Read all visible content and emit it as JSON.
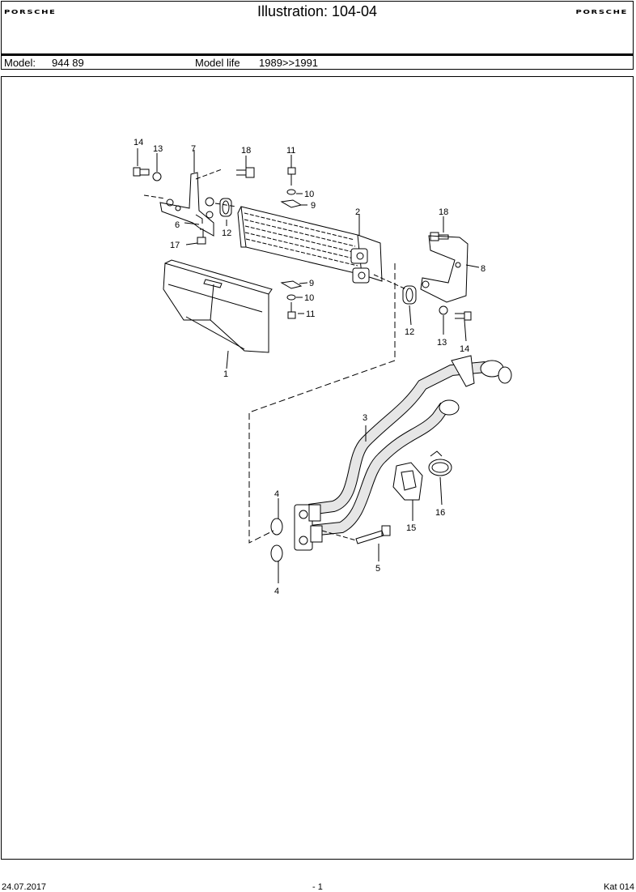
{
  "header": {
    "logo_left": "PORSCHE",
    "logo_right": "PORSCHE",
    "title": "Illustration: 104-04"
  },
  "model_bar": {
    "model_label": "Model:",
    "model_value": "944 89",
    "life_label": "Model life",
    "life_value": "1989>>1991"
  },
  "callouts": [
    "14",
    "13",
    "7",
    "18",
    "11",
    "10",
    "9",
    "2",
    "18",
    "8",
    "6",
    "12",
    "17",
    "9",
    "10",
    "11",
    "12",
    "13",
    "14",
    "1",
    "3",
    "4",
    "4",
    "5",
    "15",
    "16"
  ],
  "footer": {
    "date": "24.07.2017",
    "page": "- 1",
    "catalog": "Kat 014"
  }
}
